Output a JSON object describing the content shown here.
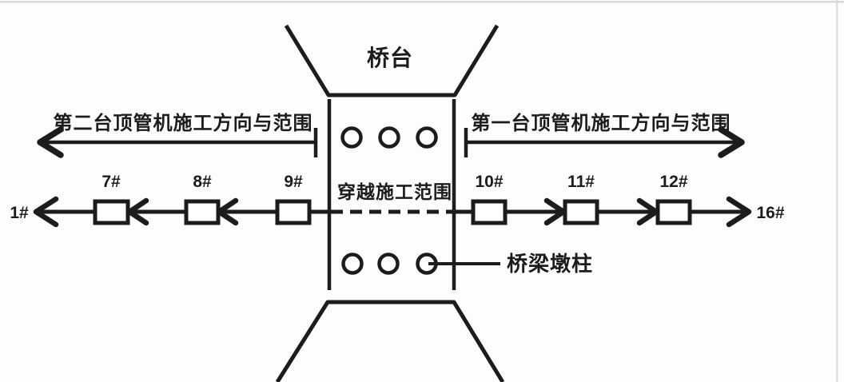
{
  "diagram": {
    "bridge_abutment": "桥台",
    "left_direction": "第二台顶管机施工方向与范围",
    "right_direction": "第一台顶管机施工方向与范围",
    "crossing_zone": "穿越施工范围",
    "pier_column": "桥梁墩柱",
    "endpoint_left": "1#",
    "endpoint_right": "16#",
    "wells_left": [
      "7#",
      "8#",
      "9#"
    ],
    "wells_right": [
      "10#",
      "11#",
      "12#"
    ],
    "colors": {
      "line": "#1c1c1c",
      "background": "#fdfdfd",
      "frame_edge": "#d9d9d9"
    }
  }
}
